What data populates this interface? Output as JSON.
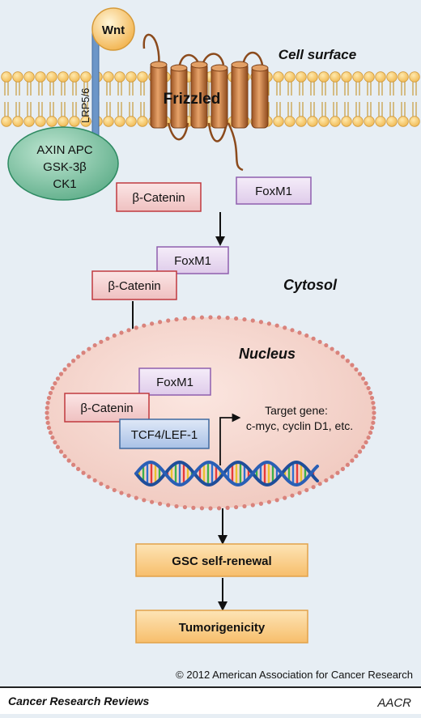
{
  "labels": {
    "wnt": "Wnt",
    "cell_surface": "Cell surface",
    "lrp": "LRP5/6",
    "frizzled": "Frizzled",
    "complex": [
      "AXIN APC",
      "GSK-3β",
      "CK1"
    ],
    "cytosol": "Cytosol",
    "nucleus": "Nucleus",
    "target_gene": [
      "Target gene:",
      "c-myc, cyclin D1, etc."
    ]
  },
  "boxes": {
    "beta_catenin_1": "β-Catenin",
    "foxm1_1": "FoxM1",
    "foxm1_2": "FoxM1",
    "beta_catenin_2": "β-Catenin",
    "foxm1_3": "FoxM1",
    "beta_catenin_3": "β-Catenin",
    "tcf4": "TCF4/LEF-1"
  },
  "outcomes": {
    "self_renewal": "GSC self-renewal",
    "tumorigenicity": "Tumorigenicity"
  },
  "footer": {
    "copyright": "© 2012 American Association for Cancer Research",
    "journal": "Cancer Research Reviews",
    "logo": "AACR"
  },
  "colors": {
    "background": "#e7eef4",
    "membrane_head": "#fbcf73",
    "frizzled": "#c97a3a",
    "complex": "#66b895",
    "pink_box": "#f6d3d3",
    "purple_box": "#ece0f3",
    "blue_box": "#c9d8ef",
    "nucleus": "#f5d7cf",
    "outcome_box": "#fbd28c"
  }
}
